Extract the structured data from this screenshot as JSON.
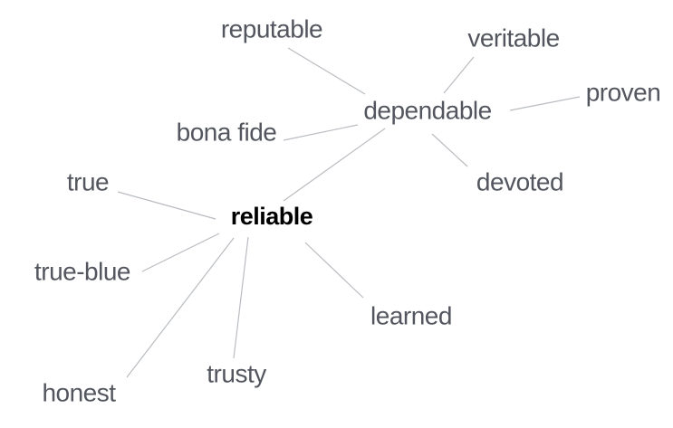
{
  "graph": {
    "type": "word-association-graph",
    "center_word": "reliable",
    "nodes": [
      {
        "id": "reliable",
        "label": "reliable",
        "role": "center"
      },
      {
        "id": "dependable",
        "label": "dependable",
        "role": "hub"
      },
      {
        "id": "reputable",
        "label": "reputable",
        "role": "leaf"
      },
      {
        "id": "veritable",
        "label": "veritable",
        "role": "leaf"
      },
      {
        "id": "proven",
        "label": "proven",
        "role": "leaf"
      },
      {
        "id": "bona-fide",
        "label": "bona fide",
        "role": "leaf"
      },
      {
        "id": "devoted",
        "label": "devoted",
        "role": "leaf"
      },
      {
        "id": "true",
        "label": "true",
        "role": "leaf"
      },
      {
        "id": "true-blue",
        "label": "true-blue",
        "role": "leaf"
      },
      {
        "id": "honest",
        "label": "honest",
        "role": "leaf"
      },
      {
        "id": "trusty",
        "label": "trusty",
        "role": "leaf"
      },
      {
        "id": "learned",
        "label": "learned",
        "role": "leaf"
      }
    ],
    "edges": [
      {
        "from": "reliable",
        "to": "dependable"
      },
      {
        "from": "reliable",
        "to": "true"
      },
      {
        "from": "reliable",
        "to": "true-blue"
      },
      {
        "from": "reliable",
        "to": "honest"
      },
      {
        "from": "reliable",
        "to": "trusty"
      },
      {
        "from": "reliable",
        "to": "learned"
      },
      {
        "from": "dependable",
        "to": "reputable"
      },
      {
        "from": "dependable",
        "to": "veritable"
      },
      {
        "from": "dependable",
        "to": "proven"
      },
      {
        "from": "dependable",
        "to": "devoted"
      },
      {
        "from": "dependable",
        "to": "bona fide"
      }
    ],
    "colors": {
      "background": "#ffffff",
      "center_text": "#000000",
      "related_text": "#53565e",
      "edge_line": "#b9bcc0"
    }
  }
}
